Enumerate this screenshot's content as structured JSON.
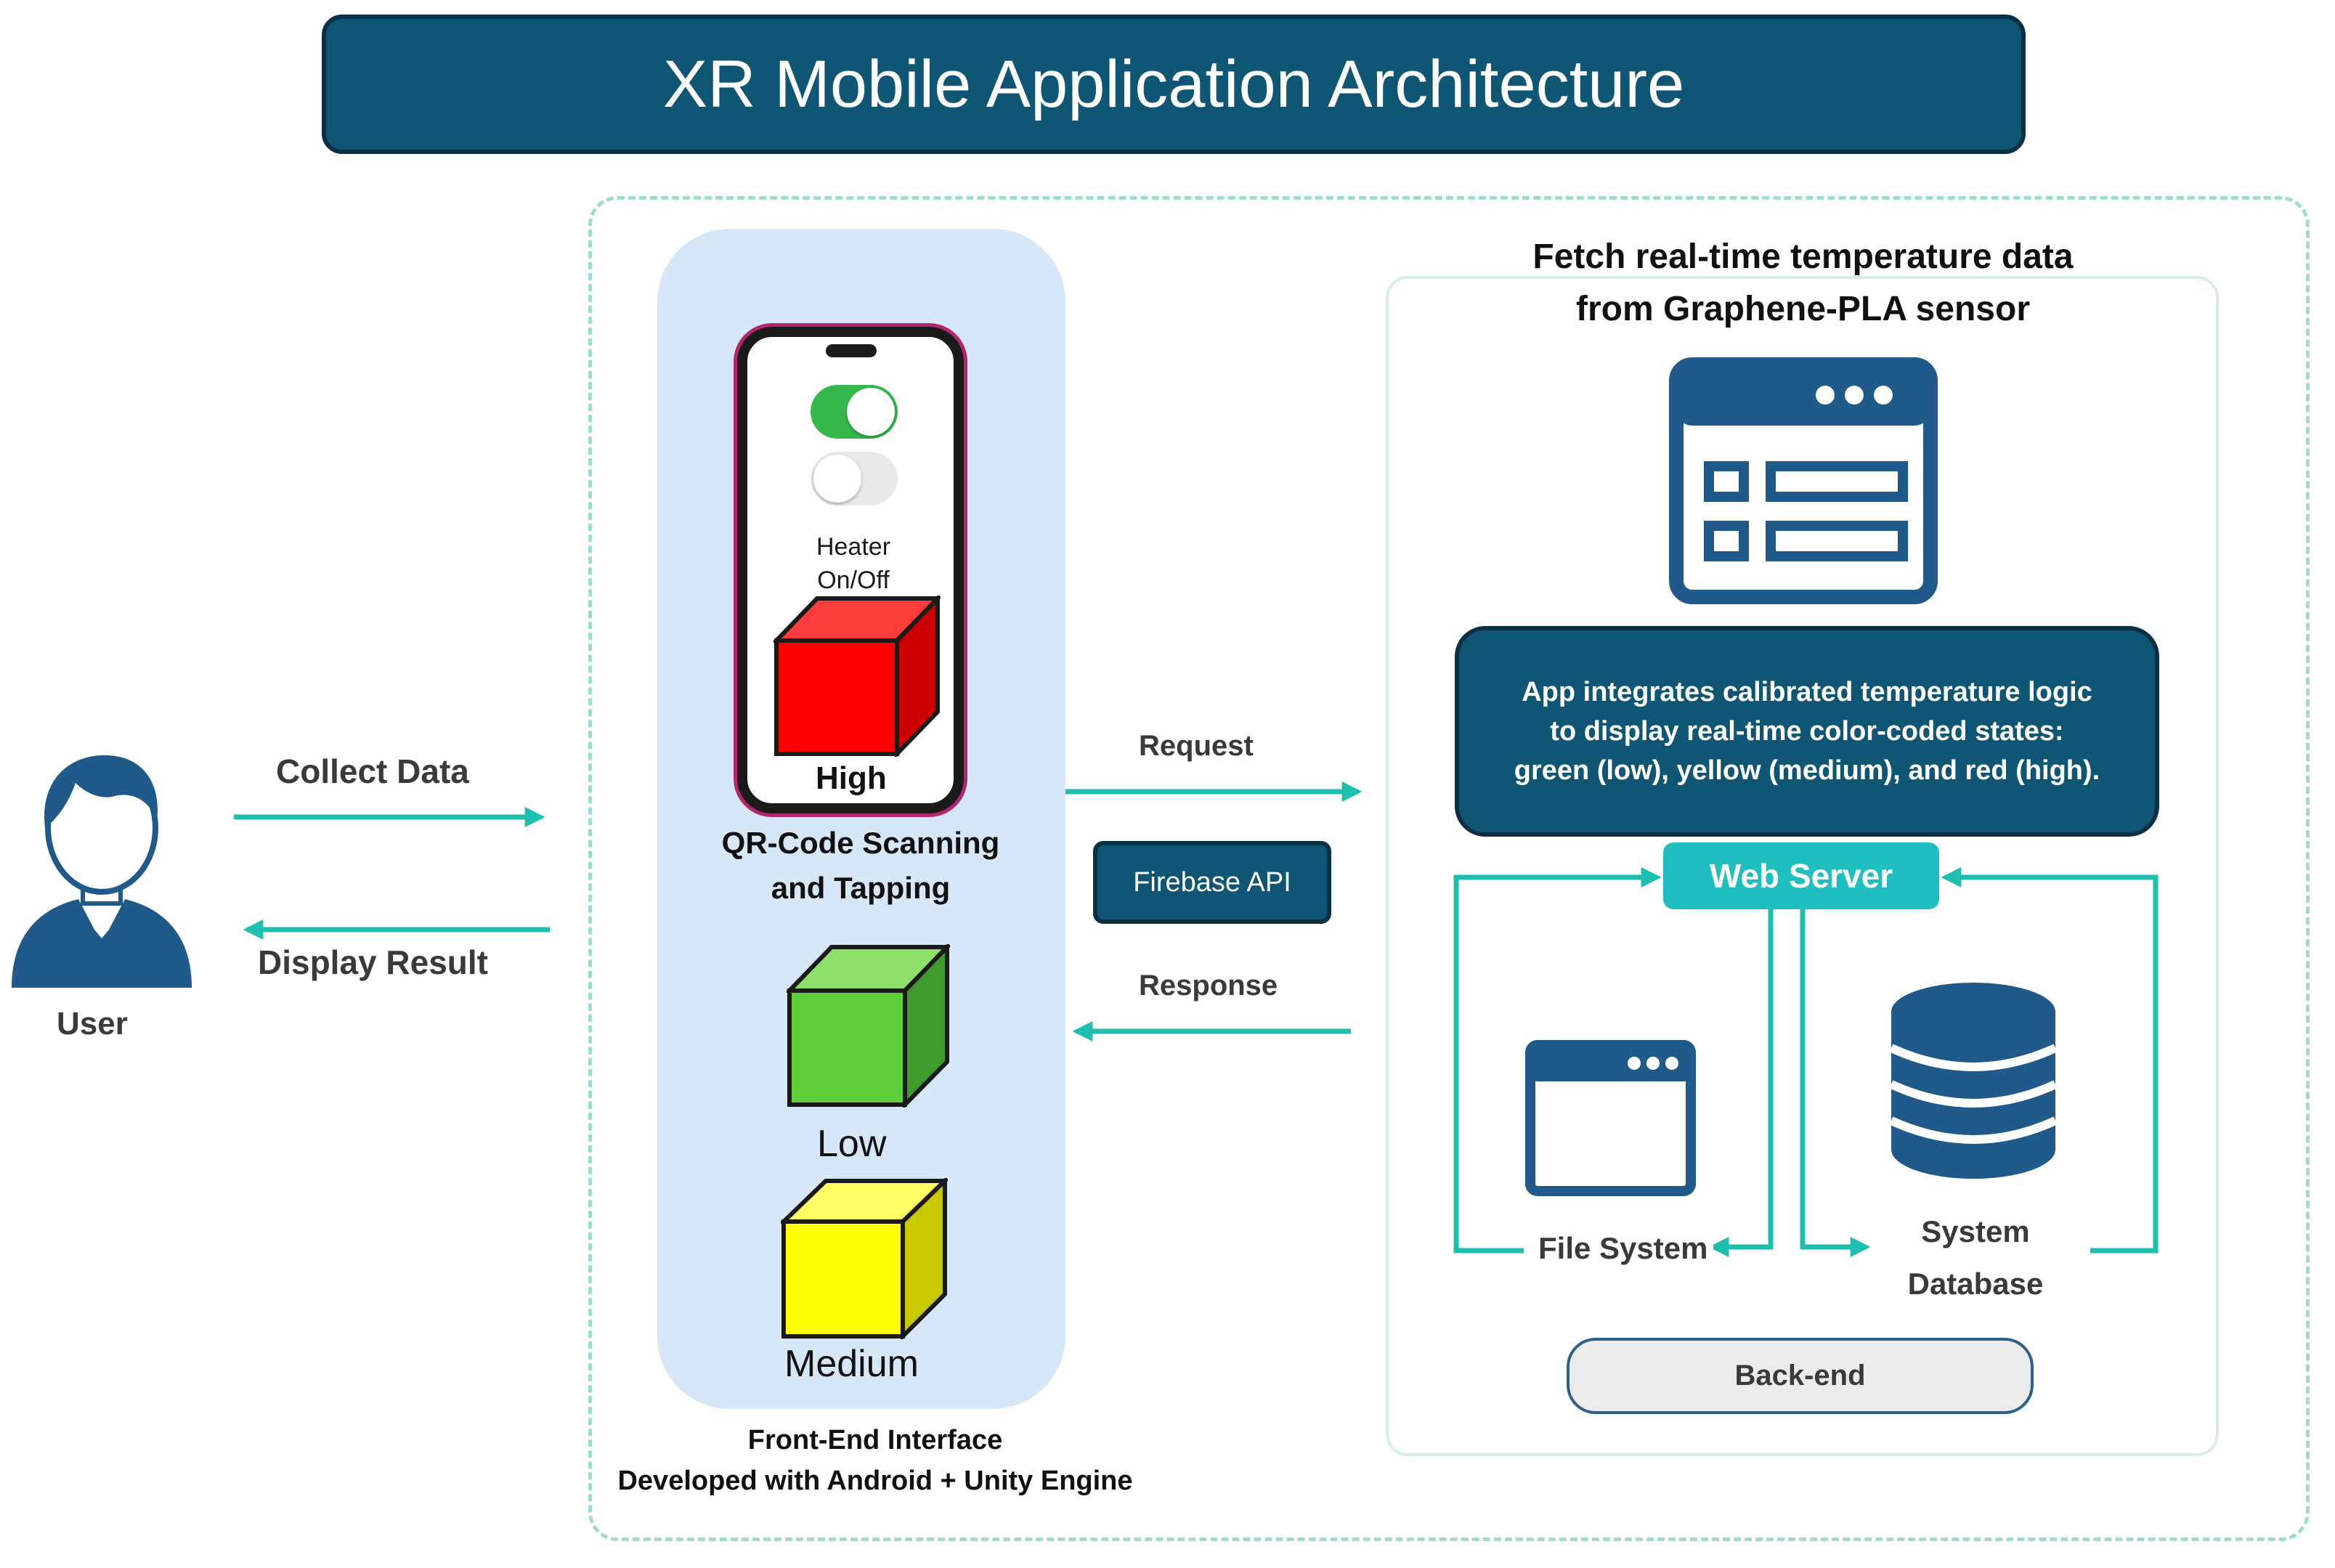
{
  "title": "XR Mobile Application Architecture",
  "user": {
    "label": "User"
  },
  "flows": {
    "collect": "Collect Data",
    "display": "Display Result",
    "request": "Request",
    "response": "Response"
  },
  "frontend": {
    "phone": {
      "toggle_label_line1": "Heater",
      "toggle_label_line2": "On/Off",
      "cube_label": "High"
    },
    "caption_line1": "QR-Code Scanning",
    "caption_line2": "and Tapping",
    "cube_low": "Low",
    "cube_medium": "Medium",
    "footer_line1": "Front-End Interface",
    "footer_line2": "Developed with Android + Unity Engine"
  },
  "api": {
    "label": "Firebase API"
  },
  "backend": {
    "heading_line1": "Fetch real-time temperature data",
    "heading_line2": "from Graphene-PLA sensor",
    "integrates_line1": "App integrates calibrated temperature logic",
    "integrates_line2": "to display real-time color-coded states:",
    "integrates_line3": "green (low), yellow (medium), and red (high).",
    "web_server": "Web Server",
    "file_system": "File System",
    "system_database_line1": "System",
    "system_database_line2": "Database",
    "backend_label": "Back-end"
  },
  "colors": {
    "dark_teal": "#0e5673",
    "navy": "#1f5a8a",
    "arrow_teal": "#1fbfaf",
    "cube_red": "#ff0000",
    "cube_green": "#5fcf3a",
    "cube_yellow": "#ffff00"
  }
}
